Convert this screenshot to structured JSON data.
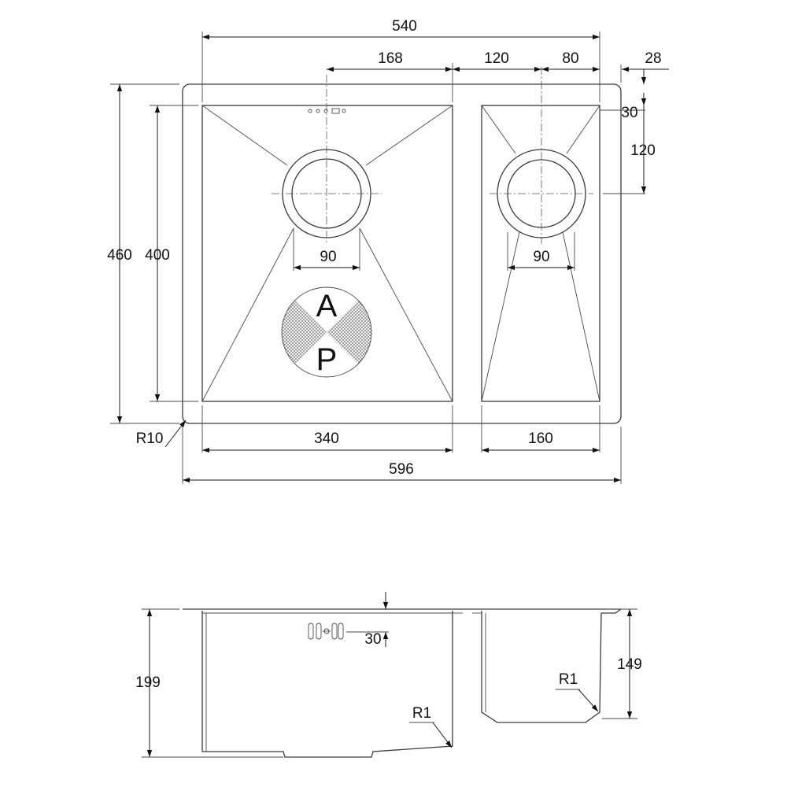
{
  "plan_view": {
    "dimensions": {
      "top_width": "540",
      "left_bowl_waste_offset": "168",
      "waste_spacing": "120",
      "right_bowl_waste_offset": "80",
      "right_flange": "28",
      "top_flange": "30",
      "waste_depth": "120",
      "overall_depth": "460",
      "bowl_depth": "400",
      "left_waste_diameter": "90",
      "right_waste_diameter": "90",
      "corner_radius": "R10",
      "left_bowl_width": "340",
      "right_bowl_width": "160",
      "overall_width": "596"
    },
    "logo": {
      "top_letter": "A",
      "bottom_letter": "P"
    }
  },
  "section_view": {
    "dimensions": {
      "left_bowl_height": "199",
      "right_bowl_height": "149",
      "overflow_offset": "30",
      "left_corner_radius": "R1",
      "right_corner_radius": "R1"
    }
  }
}
